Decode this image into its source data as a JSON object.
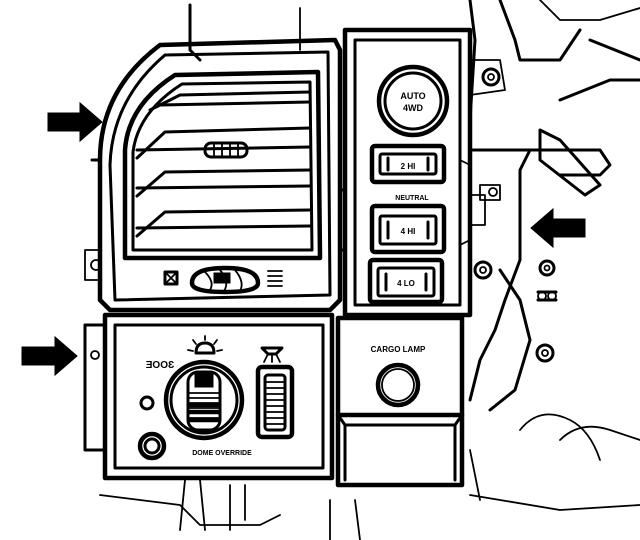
{
  "labels": {
    "auto_4wd_line1": "AUTO",
    "auto_4wd_line2": "4WD",
    "two_hi": "2 HI",
    "neutral": "NEUTRAL",
    "four_hi": "4 HI",
    "four_lo": "4 LO",
    "cargo_lamp": "CARGO LAMP",
    "dome_override": "DOME OVERRIDE",
    "park_symbol": "ƎOOƐ"
  },
  "colors": {
    "ink": "#000000",
    "paper": "#ffffff"
  },
  "icons": {
    "headlamp": "sun-headlamp-icon",
    "dimmer": "dome-lamp-icon",
    "vent_closed": "vent-closed-icon",
    "vent_open": "vent-open-icon"
  }
}
